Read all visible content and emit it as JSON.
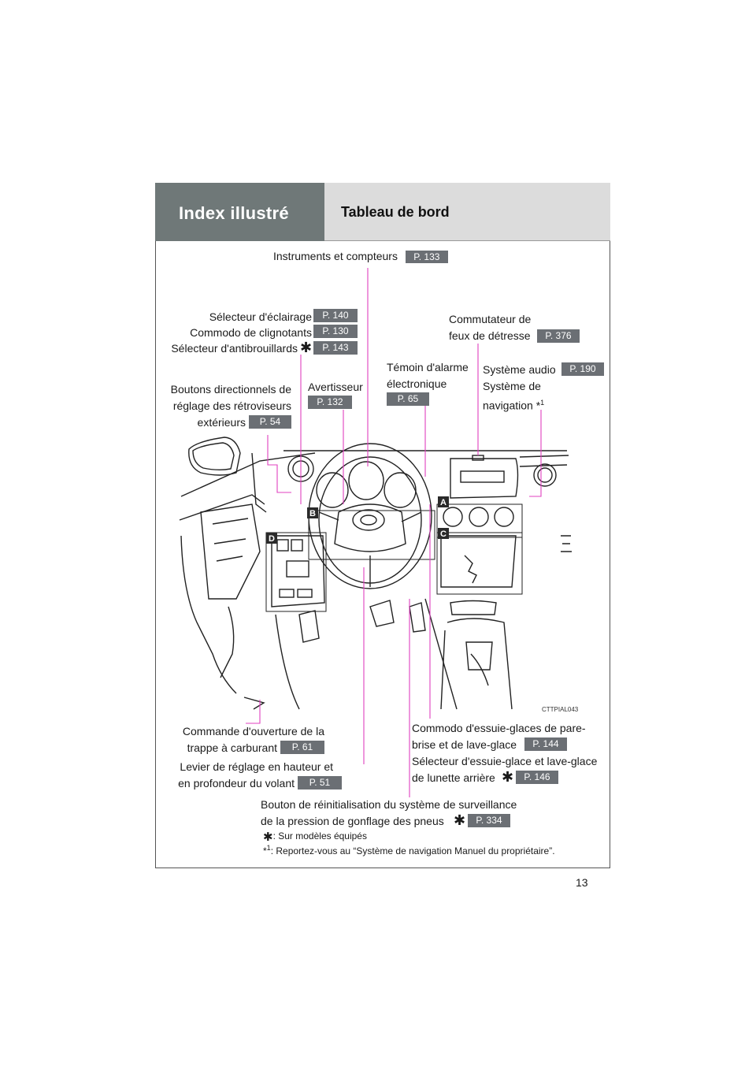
{
  "header": {
    "section": "Index illustré",
    "title": "Tableau de bord"
  },
  "labels": {
    "instruments": {
      "text": "Instruments et compteurs",
      "page": "P. 133"
    },
    "eclairage": {
      "text": "Sélecteur d'éclairage",
      "page": "P. 140"
    },
    "clignotants": {
      "text": "Commodo de clignotants",
      "page": "P. 130"
    },
    "antibrouillards": {
      "text": "Sélecteur d'antibrouillards",
      "page": "P. 143"
    },
    "retroviseurs": {
      "line1": "Boutons directionnels de",
      "line2": "réglage des rétroviseurs",
      "line3": "extérieurs",
      "page": "P. 54"
    },
    "avertisseur": {
      "text": "Avertisseur",
      "page": "P. 132"
    },
    "alarme": {
      "line1": "Témoin d'alarme",
      "line2": "électronique",
      "page": "P. 65"
    },
    "detresse": {
      "line1": "Commutateur de",
      "line2": "feux de détresse",
      "page": "P. 376"
    },
    "audio": {
      "line1": "Système audio",
      "line2": "Système de",
      "line3": "navigation *",
      "sup": "1",
      "page": "P. 190"
    },
    "carburant": {
      "line1": "Commande d'ouverture de la",
      "line2": "trappe à carburant",
      "page": "P. 61"
    },
    "volant": {
      "line1": "Levier de réglage en hauteur et",
      "line2": "en profondeur du volant",
      "page": "P. 51"
    },
    "essuie": {
      "line1": "Commodo d'essuie-glaces de pare-",
      "line2": "brise et de lave-glace",
      "page1": "P. 144",
      "line3": "Sélecteur d'essuie-glace et lave-glace",
      "line4": "de lunette arrière",
      "page2": "P. 146"
    },
    "pneus": {
      "line1": "Bouton de réinitialisation du système de surveillance",
      "line2": "de la pression de gonflage des pneus",
      "page": "P. 334"
    }
  },
  "callouts": {
    "a": "A",
    "b": "B",
    "c": "C",
    "d": "D"
  },
  "image_code": "CTTPIAL043",
  "footnotes": {
    "star": ": Sur modèles équipés",
    "note1_prefix": "*",
    "note1_sup": "1",
    "note1": ": Reportez-vous au “Système de navigation Manuel du propriétaire”."
  },
  "page_number": "13",
  "colors": {
    "header_dark": "#6f7878",
    "header_light": "#dcdcdc",
    "page_badge": "#6b6f74",
    "leader_line": "#e040c0"
  }
}
